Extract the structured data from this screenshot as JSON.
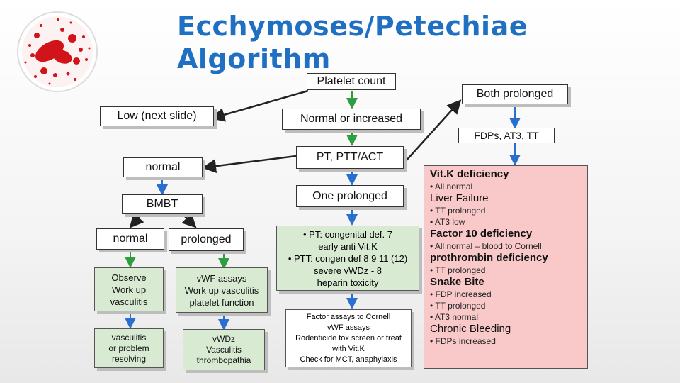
{
  "title": {
    "line1": "Ecchymoses/Petechiae",
    "line2": "Algorithm"
  },
  "nodes": {
    "platelet_count": "Platelet count",
    "low": "Low (next slide)",
    "normal_or_increased": "Normal or increased",
    "both_prolonged": "Both prolonged",
    "fdps": "FDPs, AT3, TT",
    "pt_ptt": "PT, PTT/ACT",
    "normal1": "normal",
    "one_prolonged": "One prolonged",
    "bmbt": "BMBT",
    "normal2": "normal",
    "prolonged": "prolonged",
    "observe": [
      "Observe",
      "Work up",
      "vasculitis"
    ],
    "vwf_assays": [
      "vWF assays",
      "Work up vasculitis",
      "platelet function"
    ],
    "vasculitis_problem": [
      "vasculitis",
      "or problem",
      "resolving"
    ],
    "vwdz": [
      "vWDz",
      "Vasculitis",
      "thrombopathia"
    ]
  },
  "pt_note": [
    "• PT:  congenital def. 7",
    "early anti Vit.K",
    "• PTT: congen def 8 9 11 (12)",
    "severe vWDz - 8",
    "heparin toxicity"
  ],
  "factor_note": [
    "Factor assays to Cornell",
    "vWF assays",
    "Rodenticide tox screen or treat",
    "with Vit.K",
    "Check for MCT, anaphylaxis"
  ],
  "differentials": [
    {
      "heading": "Vit.K deficiency",
      "items": [
        "• All normal"
      ]
    },
    {
      "heading": "Liver Failure",
      "items": [
        "• TT prolonged",
        "• AT3 low"
      ]
    },
    {
      "heading": "Factor 10 deficiency",
      "items": [
        "• All normal – blood to Cornell"
      ]
    },
    {
      "heading": "prothrombin deficiency",
      "items": [
        "• TT prolonged"
      ]
    },
    {
      "heading": "Snake Bite",
      "items": [
        "• FDP increased",
        "• TT prolonged",
        "• AT3 normal"
      ]
    },
    {
      "heading": "Chronic Bleeding",
      "items": [
        "• FDPs increased"
      ]
    }
  ],
  "colors": {
    "title": "#1f6fc2",
    "green_box": "#d9ead3",
    "pink_box": "#f9c9c9",
    "arrow_blue": "#2a6fd0",
    "arrow_green": "#2e9e3e"
  }
}
